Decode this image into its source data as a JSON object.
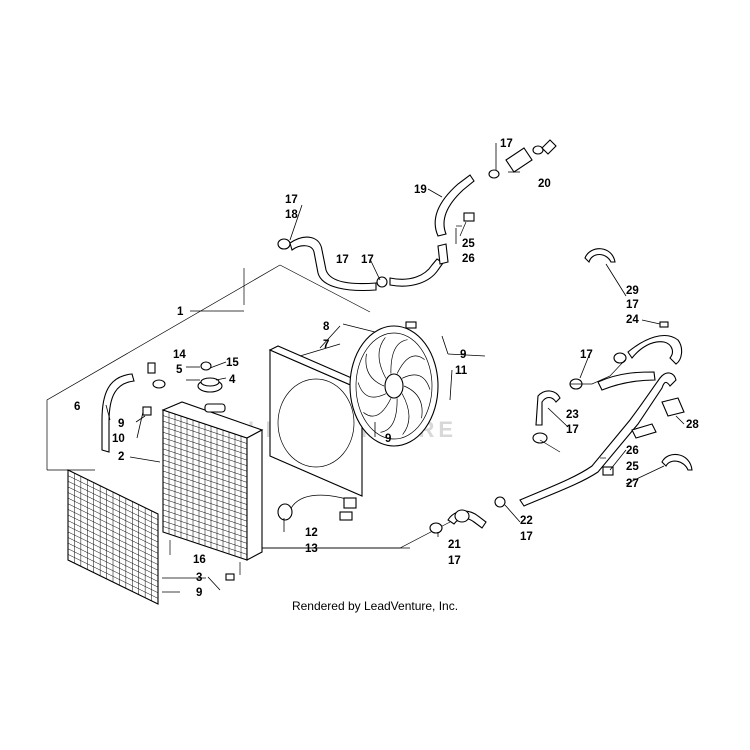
{
  "watermark": "LEADVENTURE",
  "caption": "Rendered by LeadVenture, Inc.",
  "callouts": {
    "c1": "1",
    "c2": "2",
    "c3": "3",
    "c4": "4",
    "c5": "5",
    "c6": "6",
    "c7": "7",
    "c8": "8",
    "c9a": "9",
    "c9b": "9",
    "c9c": "9",
    "c9d": "9",
    "c10": "10",
    "c11": "11",
    "c12": "12",
    "c13": "13",
    "c14": "14",
    "c15": "15",
    "c16": "16",
    "c17a": "17",
    "c17b": "17",
    "c17c": "17",
    "c17d": "17",
    "c17e": "17",
    "c17f": "17",
    "c17g": "17",
    "c17h": "17",
    "c17i": "17",
    "c18": "18",
    "c19": "19",
    "c20": "20",
    "c21": "21",
    "c22": "22",
    "c23": "23",
    "c24": "24",
    "c25a": "25",
    "c25b": "25",
    "c26a": "26",
    "c26b": "26",
    "c27": "27",
    "c28": "28",
    "c29": "29"
  }
}
